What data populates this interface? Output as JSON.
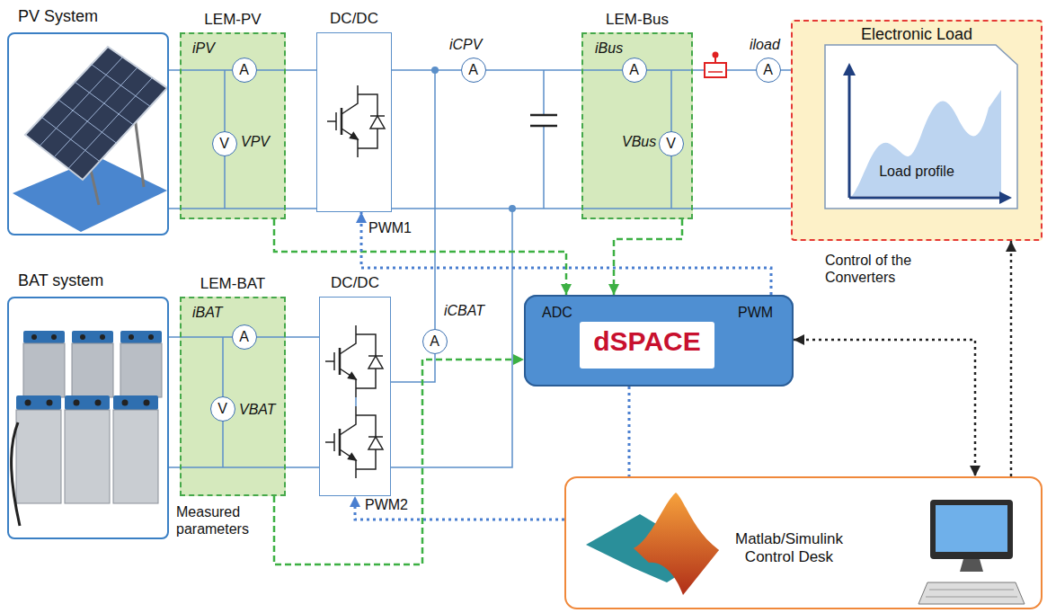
{
  "diagram": {
    "nodes": [
      {
        "text": [
          "PV System"
        ]
      },
      {
        "text": [
          "LEM-PV"
        ]
      },
      {
        "text": [
          "A"
        ],
        "in": 1
      },
      {
        "text": [
          "V"
        ],
        "in": 1
      },
      {
        "text": [
          "DC/DC"
        ]
      },
      {
        "text": [
          "A"
        ]
      },
      {
        "text": [
          "LEM-Bus"
        ]
      },
      {
        "text": [
          "A"
        ],
        "in": 6
      },
      {
        "text": [
          "V"
        ],
        "in": 6
      },
      {
        "text": [
          "A"
        ]
      },
      {
        "text": [
          "Electronic Load",
          "Load profile"
        ]
      },
      {
        "text": [
          "BAT system"
        ]
      },
      {
        "text": [
          "LEM-BAT"
        ]
      },
      {
        "text": [
          "A"
        ],
        "in": 12
      },
      {
        "text": [
          "V"
        ],
        "in": 12
      },
      {
        "text": [
          "DC/DC"
        ]
      },
      {
        "text": [
          "A"
        ]
      },
      {
        "text": [
          "ADC",
          "PWM",
          "dSPACE"
        ]
      },
      {
        "text": [
          "Matlab/Simulink Control Desk"
        ]
      }
    ],
    "edges": [
      {
        "from": 1,
        "to": 17,
        "arrow": "to"
      },
      {
        "from": 6,
        "to": 17,
        "arrow": "to"
      },
      {
        "from": 12,
        "to": 17,
        "arrow": "to"
      },
      {
        "from": 17,
        "to": 4,
        "arrow": "to"
      },
      {
        "from": 18,
        "to": 15,
        "arrow": "to"
      },
      {
        "from": 17,
        "to": 18,
        "arrow": "none"
      },
      {
        "from": 17,
        "to": 18,
        "arrow": "both"
      },
      {
        "from": 18,
        "to": 10,
        "arrow": "to"
      }
    ],
    "labels": [
      "iPV",
      "VPV",
      "PWM1",
      "iCPV",
      "iBus",
      "VBus",
      "iload",
      "iBAT",
      "VBAT",
      "iCBAT",
      "PWM2",
      "Measured parameters",
      "Control of the Converters"
    ]
  }
}
